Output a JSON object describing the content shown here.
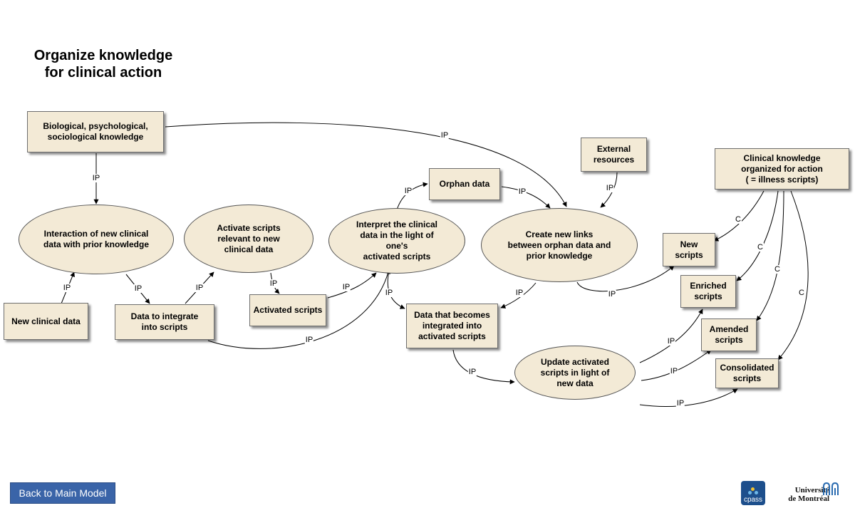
{
  "title_line1": "Organize knowledge",
  "title_line2": "for clinical action",
  "nodes": {
    "biological": "Biological, psychological,\nsociological  knowledge",
    "interaction": "Interaction of new clinical\ndata with prior knowledge",
    "new_clinical": "New clinical data",
    "data_integrate": "Data to integrate\ninto scripts",
    "activate": "Activate scripts\nrelevant to new\nclinical data",
    "activated_scripts": "Activated scripts",
    "interpret": "Interpret the clinical\ndata in the light of\none's\nactivated scripts",
    "orphan": "Orphan data",
    "create_links": "Create new links\nbetween orphan data and\nprior knowledge",
    "external": "External\nresources",
    "clinical_knowledge": "Clinical knowledge\norganized for action\n( = illness scripts)",
    "data_becomes": "Data that becomes\nintegrated into\nactivated scripts",
    "update": "Update activated\nscripts in light of\nnew data",
    "new_scripts": "New\nscripts",
    "enriched": "Enriched\nscripts",
    "amended": "Amended\nscripts",
    "consolidated": "Consolidated\nscripts"
  },
  "edge_labels": {
    "ip": "IP",
    "c": "C"
  },
  "button_label": "Back to Main Model",
  "logo_cpass": "cpass",
  "logo_udem_line1": "Université",
  "logo_udem_line2": "de Montréal",
  "colors": {
    "node_fill": "#f3ead6",
    "button": "#3a64a8"
  }
}
